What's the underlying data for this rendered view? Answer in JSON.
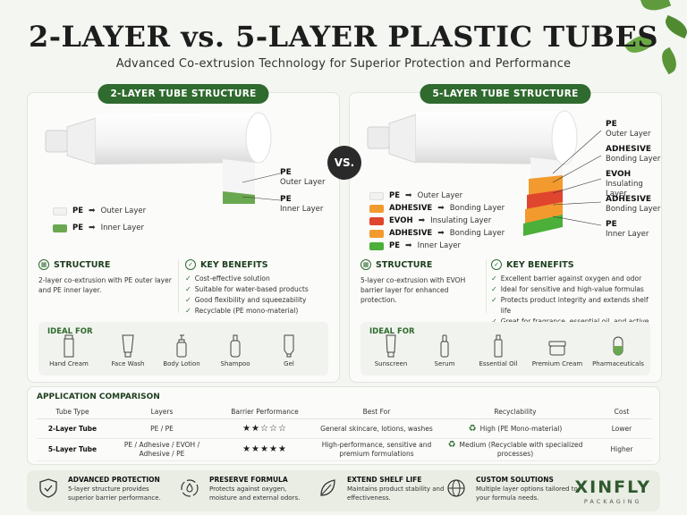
{
  "header": {
    "title": "2-LAYER vs. 5-LAYER PLASTIC TUBES",
    "subtitle": "Advanced Co-extrusion Technology for Superior Protection and Performance"
  },
  "vs_label": "VS.",
  "two_layer": {
    "pill": "2-LAYER TUBE STRUCTURE",
    "callouts": [
      {
        "name": "PE",
        "desc": "Outer Layer"
      },
      {
        "name": "PE",
        "desc": "Inner Layer"
      }
    ],
    "legend": [
      {
        "name": "PE",
        "arrow": "➡",
        "desc": "Outer Layer",
        "color": "#f2f2f0"
      },
      {
        "name": "PE",
        "arrow": "➡",
        "desc": "Inner Layer",
        "color": "#6aa84f"
      }
    ],
    "structure_title": "STRUCTURE",
    "structure_text": "2-layer co-extrusion with PE outer layer and PE inner layer.",
    "benefits_title": "KEY BENEFITS",
    "benefits": [
      "Cost-effective solution",
      "Suitable for water-based products",
      "Good flexibility and squeezability",
      "Recyclable (PE mono-material)"
    ],
    "ideal_title": "IDEAL FOR",
    "ideal": [
      "Hand Cream",
      "Face Wash",
      "Body Lotion",
      "Shampoo",
      "Gel"
    ]
  },
  "five_layer": {
    "pill": "5-LAYER TUBE STRUCTURE",
    "callouts": [
      {
        "name": "PE",
        "desc": "Outer Layer"
      },
      {
        "name": "ADHESIVE",
        "desc": "Bonding Layer"
      },
      {
        "name": "EVOH",
        "desc": "Insulating Layer"
      },
      {
        "name": "ADHESIVE",
        "desc": "Bonding Layer"
      },
      {
        "name": "PE",
        "desc": "Inner Layer"
      }
    ],
    "legend": [
      {
        "name": "PE",
        "arrow": "➡",
        "desc": "Outer Layer",
        "color": "#f2f2f0"
      },
      {
        "name": "ADHESIVE",
        "arrow": "➡",
        "desc": "Bonding Layer",
        "color": "#f39a2e"
      },
      {
        "name": "EVOH",
        "arrow": "➡",
        "desc": "Insulating Layer",
        "color": "#e0452e"
      },
      {
        "name": "ADHESIVE",
        "arrow": "➡",
        "desc": "Bonding Layer",
        "color": "#f39a2e"
      },
      {
        "name": "PE",
        "arrow": "➡",
        "desc": "Inner Layer",
        "color": "#4caf3a"
      }
    ],
    "structure_title": "STRUCTURE",
    "structure_text": "5-layer co-extrusion with EVOH barrier layer for enhanced protection.",
    "benefits_title": "KEY BENEFITS",
    "benefits": [
      "Excellent barrier against oxygen and odor",
      "Ideal for sensitive and high-value formulas",
      "Protects product integrity and extends shelf life",
      "Great for fragrance, essential oil, and active ingredients"
    ],
    "ideal_title": "IDEAL FOR",
    "ideal": [
      "Sunscreen",
      "Serum",
      "Essential Oil",
      "Premium Cream",
      "Pharmaceuticals"
    ]
  },
  "comparison": {
    "title": "APPLICATION COMPARISON",
    "headers": [
      "Tube Type",
      "Layers",
      "Barrier Performance",
      "Best For",
      "Recyclability",
      "Cost"
    ],
    "rows": [
      {
        "type": "2-Layer Tube",
        "layers": "PE / PE",
        "barrier_stars": 2,
        "barrier_max": 5,
        "best_for": "General skincare, lotions, washes",
        "recyclability": "High (PE Mono-material)",
        "cost": "Lower"
      },
      {
        "type": "5-Layer Tube",
        "layers": "PE / Adhesive / EVOH / Adhesive / PE",
        "barrier_stars": 5,
        "barrier_max": 5,
        "best_for": "High-performance, sensitive and premium formulations",
        "recyclability": "Medium (Recyclable with specialized processes)",
        "cost": "Higher"
      }
    ]
  },
  "features": [
    {
      "title": "ADVANCED PROTECTION",
      "text": "5-layer structure provides superior barrier performance.",
      "icon": "shield-icon"
    },
    {
      "title": "PRESERVE FORMULA",
      "text": "Protects against oxygen, moisture and external odors.",
      "icon": "recycle-drop-icon"
    },
    {
      "title": "EXTEND SHELF LIFE",
      "text": "Maintains product stability and effectiveness.",
      "icon": "leaf-icon"
    },
    {
      "title": "CUSTOM SOLUTIONS",
      "text": "Multiple layer options tailored to your formula needs.",
      "icon": "globe-icon"
    }
  ],
  "brand": {
    "name": "XINFLY",
    "sub": "PACKAGING"
  },
  "colors": {
    "primary_green": "#2f6a2e",
    "orange": "#f39a2e",
    "red": "#e0452e",
    "light_green": "#4caf3a"
  }
}
